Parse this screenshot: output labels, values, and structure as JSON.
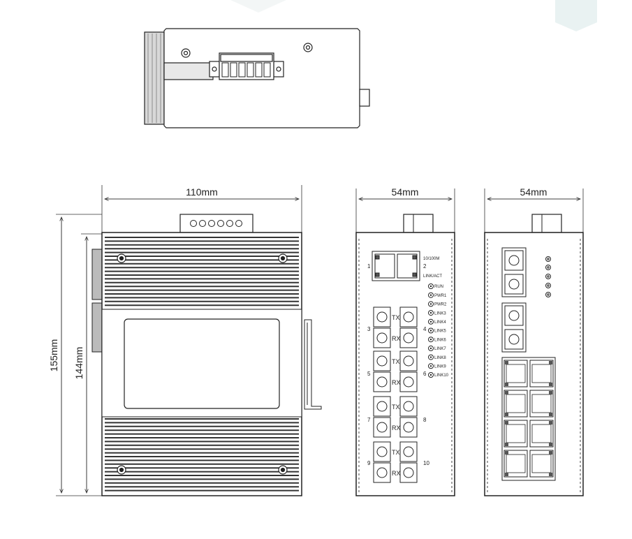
{
  "dimensions": {
    "front_width": "110mm",
    "side_width_1": "54mm",
    "side_width_2": "54mm",
    "total_height": "155mm",
    "body_height": "144mm"
  },
  "panel": {
    "port_group_labels": [
      "1",
      "2"
    ],
    "speed_label": "10/100M",
    "link_label": "LINK/ACT",
    "leds": [
      "RUN",
      "PWR1",
      "PWR2",
      "LINK3",
      "LINK4",
      "LINK5",
      "LINK6",
      "LINK7",
      "LINK8",
      "LINK9",
      "LINK10"
    ],
    "fiber_ports": [
      {
        "left": "3",
        "right": "4"
      },
      {
        "left": "5",
        "right": "6"
      },
      {
        "left": "7",
        "right": "8"
      },
      {
        "left": "9",
        "right": "10"
      }
    ],
    "tx": "TX",
    "rx": "RX"
  }
}
